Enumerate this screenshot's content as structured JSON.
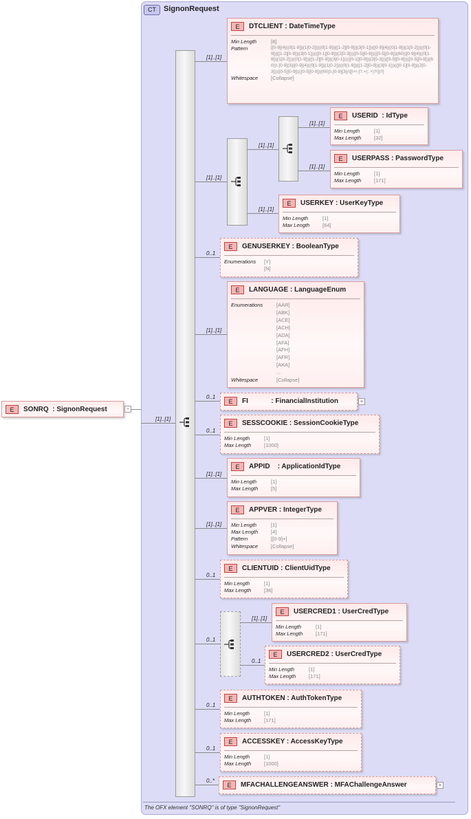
{
  "complex_type": {
    "badge": "CT",
    "name": "SignonRequest"
  },
  "root": {
    "badge": "E",
    "name": "SONRQ",
    "type": ": SignonRequest",
    "multiplicity": "[1]..[1]"
  },
  "caption": "The OFX element \"SONRQ\" is of type \"SignonRequest\"",
  "elements": {
    "dtclient": {
      "badge": "E",
      "name": "DTCLIENT",
      "type": ": DateTimeType",
      "multiplicity": "[1]..[1]",
      "props": [
        {
          "k": "Min Length",
          "v": "[8]"
        },
        {
          "k": "Pattern",
          "v": "[[0-9]{4}((0[1-9])|(1[0-2]))((0[1-9])|([1-2][0-9])|(3[0-1]))([0-9]{4}((0[1-9])|(1[0-2]))((0[1-9])|([1-2][0-9])|(3[0-1]))(([0-1][0-9])|(2[0-3]))([0-5][0-9])(([0-5][0-9])|(60))[0-9]{4}((0[1-9])|(1[0-2]))((0[1-9])|([1-2][0-9])|(3[0-1]))(([0-1][0-9])|(2[0-3]))([0-5][0-9])(([0-5][0-9])|(60))\\.[0-9]{3}|[0-9]{4}((0[1-9])|(1[0-2]))((0[1-9])|([1-2][0-9])|(3[0-1]))(([0-1][0-9])|(2[0-3]))([0-5][0-9])(([0-5][0-9])|(60))\\.[0-9]{3}(\\[[\\+\\-]?.+(:.+)?\\])?]"
        },
        {
          "k": "Whitespace",
          "v": "[Collapse]"
        }
      ]
    },
    "userid": {
      "badge": "E",
      "name": "USERID",
      "type": ": IdType",
      "multiplicity": "[1]..[1]",
      "props": [
        {
          "k": "Min Length",
          "v": "[1]"
        },
        {
          "k": "Max Length",
          "v": "[32]"
        }
      ]
    },
    "userpass": {
      "badge": "E",
      "name": "USERPASS",
      "type": ": PasswordType",
      "multiplicity": "[1]..[1]",
      "props": [
        {
          "k": "Min Length",
          "v": "[1]"
        },
        {
          "k": "Max Length",
          "v": "[171]"
        }
      ]
    },
    "userkey": {
      "badge": "E",
      "name": "USERKEY",
      "type": ": UserKeyType",
      "multiplicity": "[1]..[1]",
      "props": [
        {
          "k": "Min Length",
          "v": "[1]"
        },
        {
          "k": "Max Length",
          "v": "[64]"
        }
      ]
    },
    "genuserkey": {
      "badge": "E",
      "name": "GENUSERKEY",
      "type": ": BooleanType",
      "multiplicity": "0..1",
      "props": [
        {
          "k": "Enumerations",
          "v": "[Y]"
        },
        {
          "k": "",
          "v": "[N]"
        }
      ]
    },
    "language": {
      "badge": "E",
      "name": "LANGUAGE",
      "type": ": LanguageEnum",
      "multiplicity": "[1]..[1]",
      "props": [
        {
          "k": "Enumerations",
          "v": "[AAR]"
        },
        {
          "k": "",
          "v": "[ABK]"
        },
        {
          "k": "",
          "v": "[ACE]"
        },
        {
          "k": "",
          "v": "[ACH]"
        },
        {
          "k": "",
          "v": "[ADA]"
        },
        {
          "k": "",
          "v": "[AFA]"
        },
        {
          "k": "",
          "v": "[AFH]"
        },
        {
          "k": "",
          "v": "[AFR]"
        },
        {
          "k": "",
          "v": "[AKA]"
        },
        {
          "k": "",
          "v": "..."
        },
        {
          "k": "Whitespace",
          "v": "[Collapse]"
        }
      ]
    },
    "fi": {
      "badge": "E",
      "name": "FI",
      "type": ": FinancialInstitution",
      "multiplicity": "0..1",
      "props": []
    },
    "sesscookie": {
      "badge": "E",
      "name": "SESSCOOKIE",
      "type": ": SessionCookieType",
      "multiplicity": "0..1",
      "props": [
        {
          "k": "Min Length",
          "v": "[1]"
        },
        {
          "k": "Max Length",
          "v": "[1000]"
        }
      ]
    },
    "appid": {
      "badge": "E",
      "name": "APPID",
      "type": ": ApplicationIdType",
      "multiplicity": "[1]..[1]",
      "props": [
        {
          "k": "Min Length",
          "v": "[1]"
        },
        {
          "k": "Max Length",
          "v": "[5]"
        }
      ]
    },
    "appver": {
      "badge": "E",
      "name": "APPVER",
      "type": ": IntegerType",
      "multiplicity": "[1]..[1]",
      "props": [
        {
          "k": "Min Length",
          "v": "[1]"
        },
        {
          "k": "Max Length",
          "v": "[4]"
        },
        {
          "k": "Pattern",
          "v": "[[0-9]+]"
        },
        {
          "k": "Whitespace",
          "v": "[Collapse]"
        }
      ]
    },
    "clientuid": {
      "badge": "E",
      "name": "CLIENTUID",
      "type": ": ClientUidType",
      "multiplicity": "0..1",
      "props": [
        {
          "k": "Min Length",
          "v": "[1]"
        },
        {
          "k": "Max Length",
          "v": "[36]"
        }
      ]
    },
    "usercred1": {
      "badge": "E",
      "name": "USERCRED1",
      "type": ": UserCredType",
      "multiplicity": "[1]..[1]",
      "props": [
        {
          "k": "Min Length",
          "v": "[1]"
        },
        {
          "k": "Max Length",
          "v": "[171]"
        }
      ]
    },
    "usercred2": {
      "badge": "E",
      "name": "USERCRED2",
      "type": ": UserCredType",
      "multiplicity": "0..1",
      "props": [
        {
          "k": "Min Length",
          "v": "[1]"
        },
        {
          "k": "Max Length",
          "v": "[171]"
        }
      ]
    },
    "authtoken": {
      "badge": "E",
      "name": "AUTHTOKEN",
      "type": ": AuthTokenType",
      "multiplicity": "0..1",
      "props": [
        {
          "k": "Min Length",
          "v": "[1]"
        },
        {
          "k": "Max Length",
          "v": "[171]"
        }
      ]
    },
    "accesskey": {
      "badge": "E",
      "name": "ACCESSKEY",
      "type": ": AccessKeyType",
      "multiplicity": "0..1",
      "props": [
        {
          "k": "Min Length",
          "v": "[1]"
        },
        {
          "k": "Max Length",
          "v": "[1000]"
        }
      ]
    },
    "mfa": {
      "badge": "E",
      "name": "MFACHALLENGEANSWER",
      "type": ": MFAChallengeAnswer",
      "multiplicity": "0..*",
      "props": []
    }
  },
  "groups": {
    "seq_main_mult": "[1]..[1]",
    "choice_user_mult": "[1]..[1]",
    "seq_idpass_mult": "[1]..[1]",
    "seq_cred_mult": "0..1"
  },
  "expand_glyph": "+",
  "collapse_glyph": "−"
}
